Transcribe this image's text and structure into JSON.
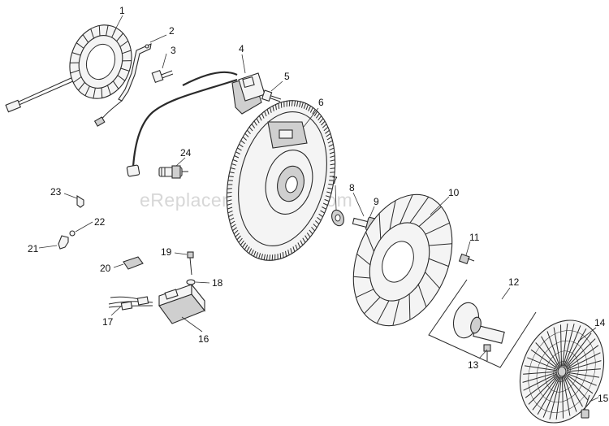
{
  "watermark": "eReplacementParts.com",
  "callouts": {
    "c1": "1",
    "c2": "2",
    "c3": "3",
    "c4": "4",
    "c5": "5",
    "c6": "6",
    "c7": "7",
    "c8": "8",
    "c9": "9",
    "c10": "10",
    "c11": "11",
    "c12": "12",
    "c13": "13",
    "c14": "14",
    "c15": "15",
    "c16": "16",
    "c17": "17",
    "c18": "18",
    "c19": "19",
    "c20": "20",
    "c21": "21",
    "c22": "22",
    "c23": "23",
    "c24": "24"
  }
}
